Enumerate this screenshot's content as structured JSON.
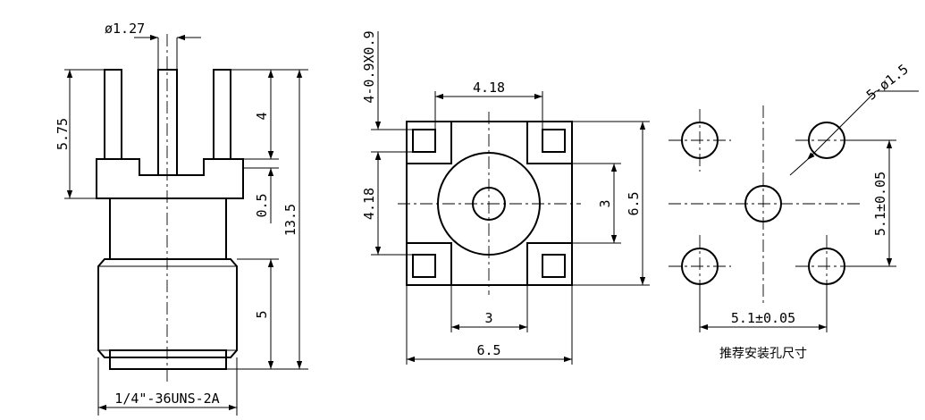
{
  "side_view": {
    "pin_diameter": "ø1.27",
    "pin_length": "5.75",
    "pin_exposed": "4",
    "flange_thickness": "0.5",
    "total_length": "13.5",
    "thread_length": "5",
    "thread_spec": "1/4\"-36UNS-2A"
  },
  "top_view": {
    "slot_spec": "4-0.9X0.9",
    "slot_pitch_x": "4.18",
    "slot_pitch_y": "4.18",
    "inner_x": "3",
    "inner_y": "3",
    "outer_x": "6.5",
    "outer_y": "6.5"
  },
  "footprint": {
    "hole_spec": "5-ø1.5",
    "pitch_x": "5.1±0.05",
    "pitch_y": "5.1±0.05",
    "caption": "推荐安装孔尺寸"
  }
}
